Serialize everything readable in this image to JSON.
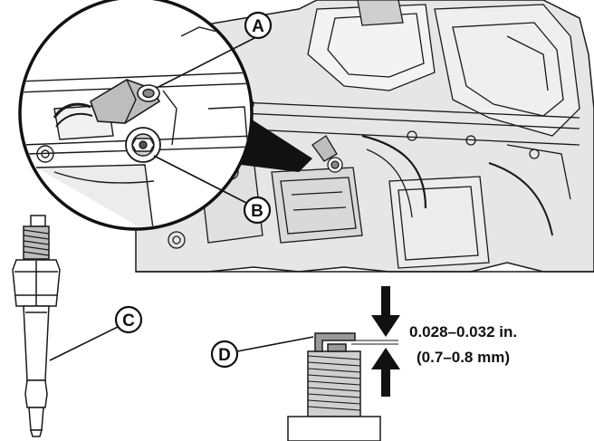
{
  "callouts": {
    "a": "A",
    "b": "B",
    "c": "C",
    "d": "D"
  },
  "gap_spec": {
    "inches": "0.028–0.032 in.",
    "millimeters": "(0.7–0.8 mm)"
  },
  "icons": {
    "gap_arrow_top": "arrow-down-icon",
    "gap_arrow_bottom": "arrow-up-icon"
  },
  "colors": {
    "line": "#1a1a1a",
    "shade": "#9a9a9a",
    "light_shade": "#d9d9d9",
    "background": "#ffffff"
  }
}
